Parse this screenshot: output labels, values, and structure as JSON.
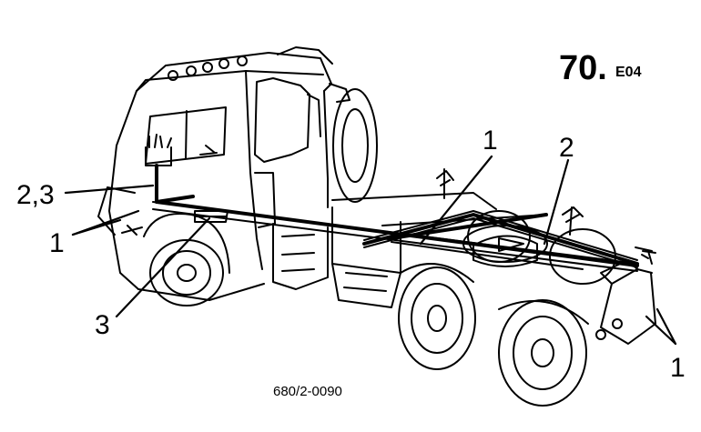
{
  "page_code": {
    "main": "70.",
    "suffix": "E04"
  },
  "drawing_number": "680/2-0090",
  "callouts": {
    "left_upper": "2,3",
    "left_lower": "1",
    "front_step": "3",
    "center": "1",
    "rear_frame": "2",
    "rear_right": "1"
  },
  "colors": {
    "ink": "#000000",
    "paper": "#ffffff"
  }
}
